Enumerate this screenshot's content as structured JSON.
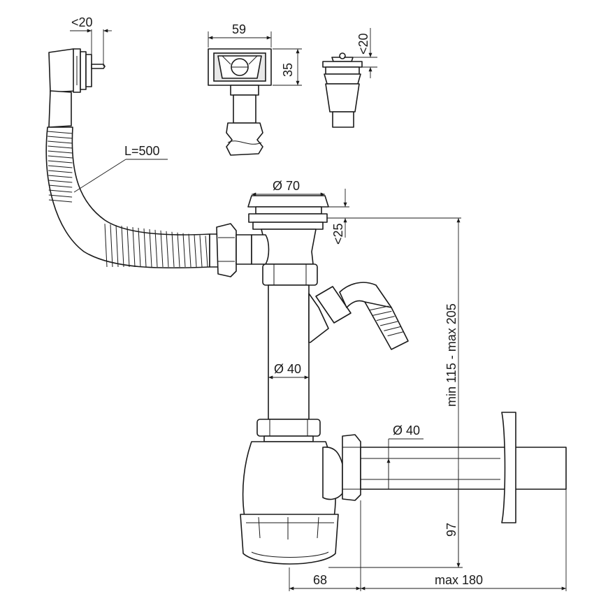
{
  "dimensions": {
    "overflow_screw": "<20",
    "overflow_width": "59",
    "overflow_height": "35",
    "plug_screw": "<20",
    "hose_length": "L=500",
    "strainer_diameter": "Ø 70",
    "sink_thickness": "<25",
    "height_range": "min 115 - max 205",
    "pipe_diameter": "Ø 40",
    "outlet_diameter": "Ø 40",
    "trap_height": "97",
    "trap_offset": "68",
    "outlet_length": "max 180"
  }
}
